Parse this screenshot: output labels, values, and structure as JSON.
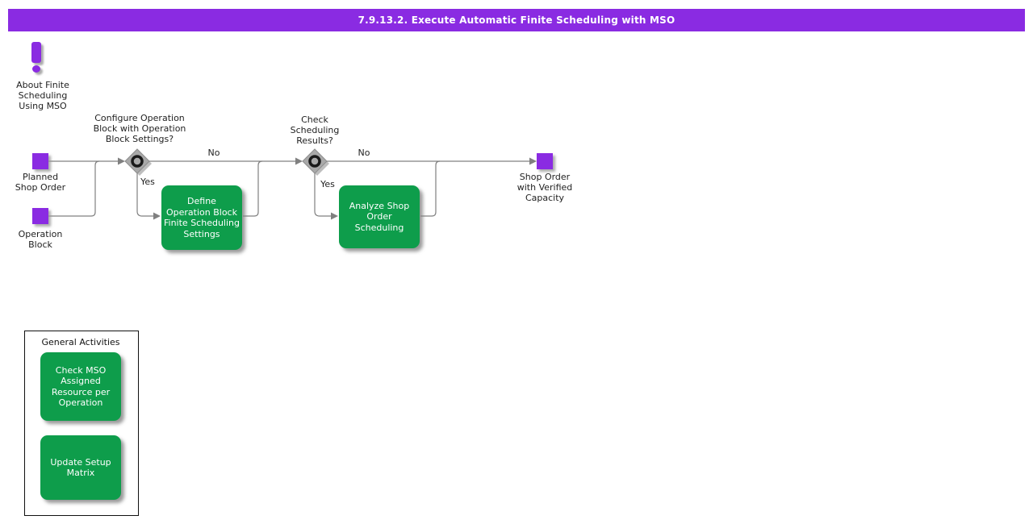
{
  "title_bar": {
    "text": "7.9.13.2. Execute Automatic Finite Scheduling with MSO",
    "background_color": "#8A2BE2",
    "text_color": "#ffffff"
  },
  "colors": {
    "activity_green": "#0E9D4B",
    "node_purple": "#8A2BE2",
    "connector_gray": "#808080",
    "decision_gray": "#A9A9A9"
  },
  "about_note": {
    "icon": "exclamation-icon",
    "label": "About Finite\nScheduling\nUsing MSO"
  },
  "flow": {
    "start_nodes": [
      {
        "label": "Planned\nShop Order"
      },
      {
        "label": "Operation\nBlock"
      }
    ],
    "decisions": [
      {
        "question": "Configure Operation\nBlock with Operation\nBlock Settings?",
        "yes": "Yes",
        "no": "No"
      },
      {
        "question": "Check\nScheduling\nResults?",
        "yes": "Yes",
        "no": "No"
      }
    ],
    "activities": [
      {
        "label": "Define\nOperation Block\nFinite Scheduling\nSettings"
      },
      {
        "label": "Analyze Shop\nOrder\nScheduling"
      }
    ],
    "end_node": {
      "label": "Shop Order\nwith Verified\nCapacity"
    }
  },
  "general_activities": {
    "title": "General Activities",
    "items": [
      {
        "label": "Check MSO\nAssigned\nResource per\nOperation"
      },
      {
        "label": "Update Setup\nMatrix"
      }
    ]
  }
}
